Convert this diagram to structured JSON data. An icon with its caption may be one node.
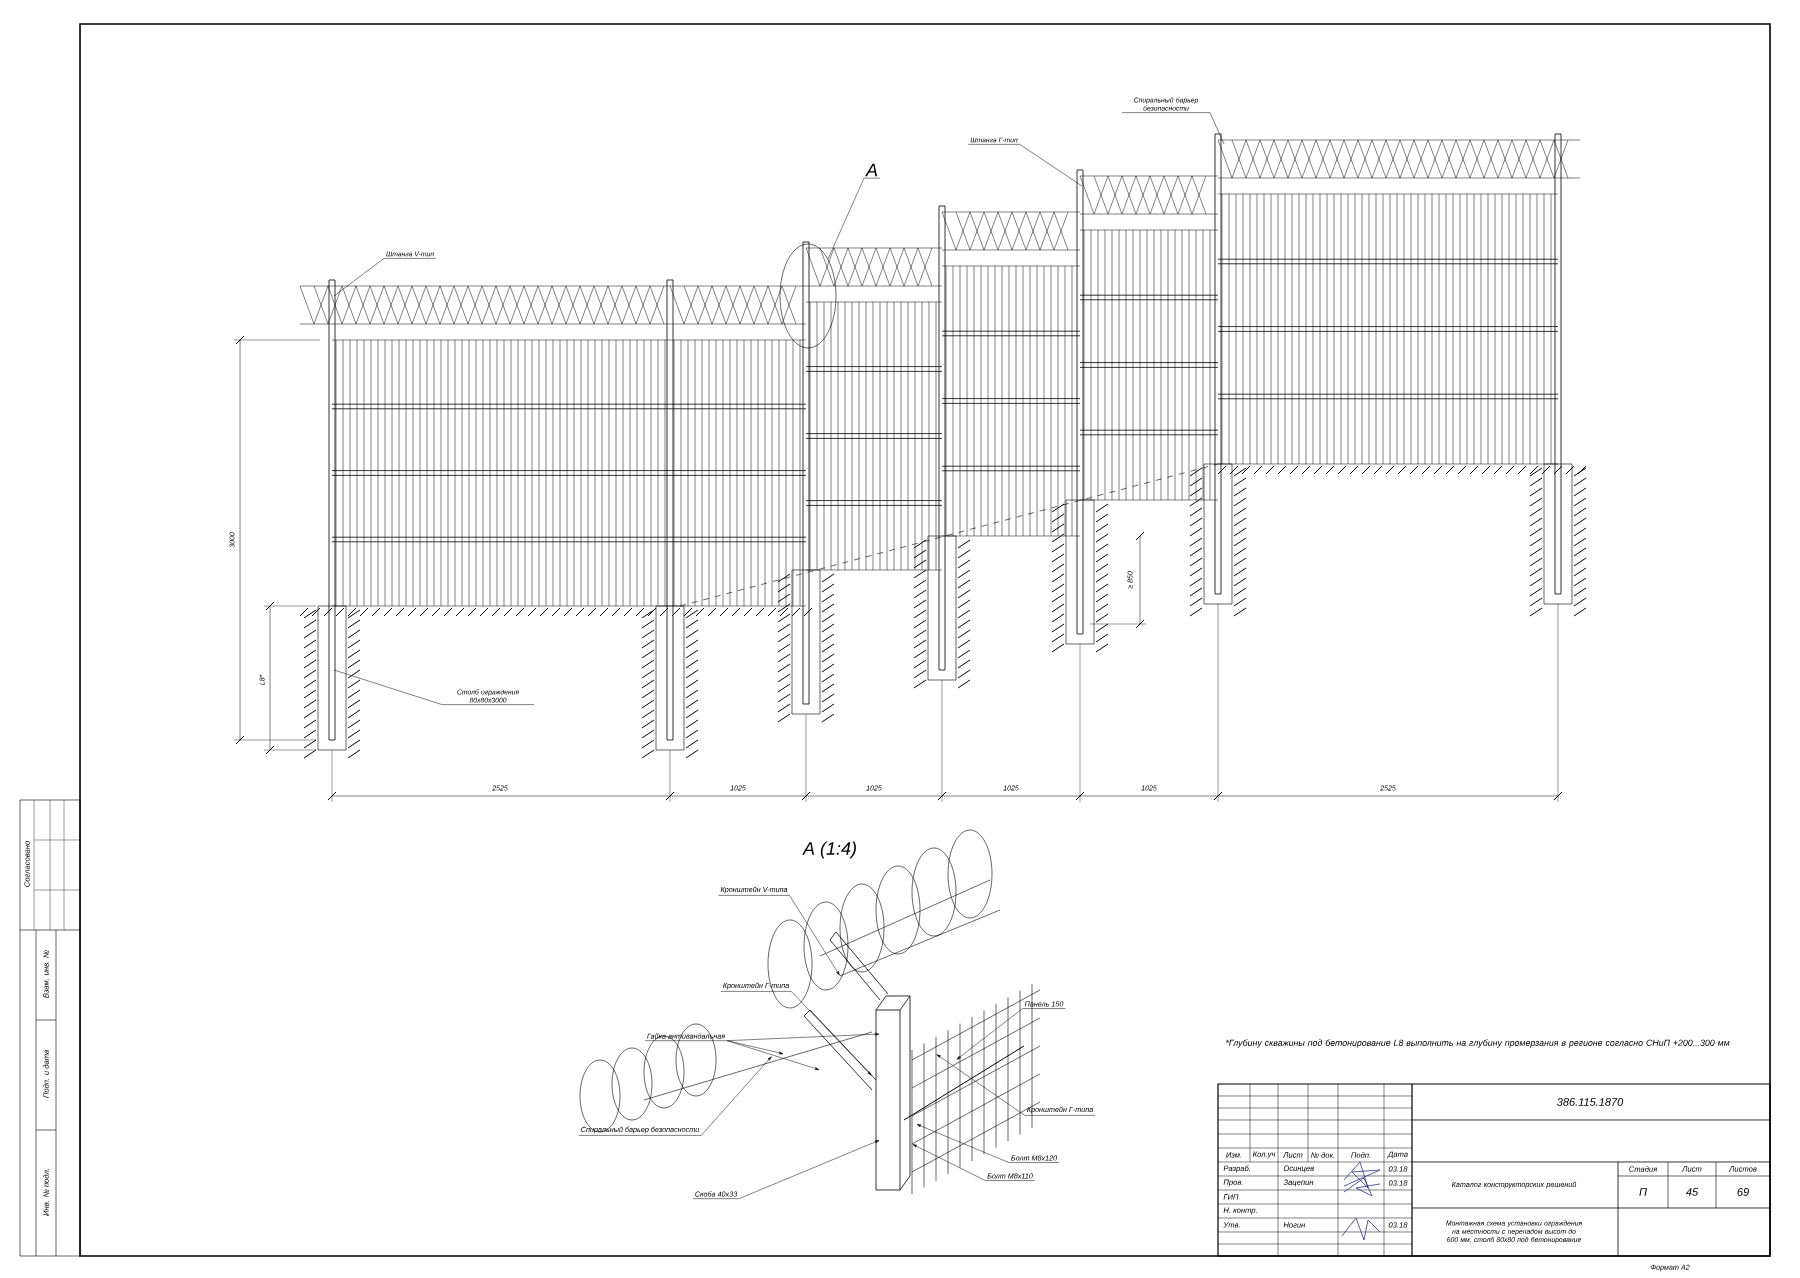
{
  "diagram": {
    "nodes": [
      {
        "text": [
          "Штанга V-тип"
        ]
      },
      {
        "text": [
          "Штанга Г-тип"
        ]
      },
      {
        "text": [
          "Спиральный барьер безопасности"
        ]
      },
      {
        "text": [
          "А"
        ]
      },
      {
        "text": [],
        "shape": "circle"
      },
      {
        "text": [
          "Столб ограждения 80х80х3000"
        ]
      },
      {
        "text": [
          "Кронштейн V-типа"
        ]
      },
      {
        "text": [
          "Кронштейн Г-типа"
        ]
      },
      {
        "text": [
          "Гайка антивандальная"
        ]
      },
      {
        "text": [
          "Спиральный барьер безопасности"
        ]
      },
      {
        "text": [
          "Скоба 40х33"
        ]
      },
      {
        "text": [
          "Панель 150"
        ]
      },
      {
        "text": [
          "Кронштейн Г-типа"
        ]
      },
      {
        "text": [
          "Болт М8х120"
        ]
      },
      {
        "text": [
          "Болт М8х110"
        ]
      }
    ],
    "edges": [
      {
        "from": 0,
        "to": null,
        "arrow": "none"
      },
      {
        "from": 1,
        "to": null,
        "arrow": "none"
      },
      {
        "from": 2,
        "to": null,
        "arrow": "none"
      },
      {
        "from": 3,
        "to": 4,
        "arrow": "none"
      },
      {
        "from": 5,
        "to": null,
        "arrow": "none"
      },
      {
        "from": 6,
        "to": null,
        "arrow": "to"
      },
      {
        "from": 7,
        "to": null,
        "arrow": "to"
      },
      {
        "from": 8,
        "to": null,
        "arrow": "to"
      },
      {
        "from": 8,
        "to": null,
        "arrow": "to"
      },
      {
        "from": 8,
        "to": null,
        "arrow": "to"
      },
      {
        "from": 9,
        "to": null,
        "arrow": "to"
      },
      {
        "from": 10,
        "to": null,
        "arrow": "to"
      },
      {
        "from": 11,
        "to": null,
        "arrow": "to"
      },
      {
        "from": 12,
        "to": null,
        "arrow": "to"
      },
      {
        "from": 13,
        "to": null,
        "arrow": "to"
      },
      {
        "from": 14,
        "to": null,
        "arrow": "to"
      }
    ],
    "labels": [
      "3000",
      "L8*",
      "≥ 850",
      "2525",
      "1025",
      "1025",
      "1025",
      "1025",
      "2525",
      "А (1:4)",
      "*Глубину скважины под бетонирование L8 выполнить на глубину промерзания в регионе согласно СНиП +200...300 мм",
      "386.115.1870",
      "Изм.",
      "Кол.уч",
      "Лист",
      "№ док.",
      "Подп.",
      "Дата",
      "Разраб.",
      "Осинцев",
      "03.18",
      "Пров.",
      "Зацепин",
      "03.18",
      "ГИП",
      "Н. контр.",
      "Утв.",
      "Ногин",
      "03.18",
      "Каталог конструкторских решений",
      "Стадия",
      "Лист",
      "Листов",
      "П",
      "45",
      "69",
      "Монтажная схема установки ограждения на местности с перепадом высот до 600 мм, столб 80х80 под бетонирование",
      "Формат А2",
      "Согласовано",
      "Взам. инв. №",
      "Подп. и дата",
      "Инв. № подл."
    ]
  }
}
